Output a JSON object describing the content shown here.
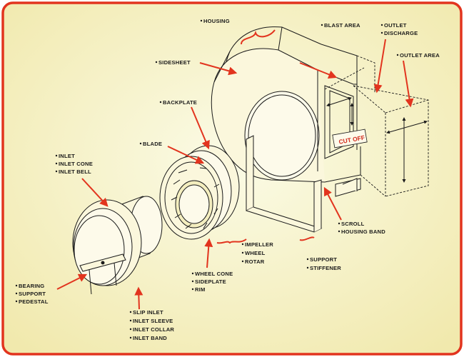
{
  "accent_color": "#e2341e",
  "background_gradient": [
    "#fbfbe6",
    "#f3ecb2"
  ],
  "labels": {
    "housing": "HOUSING",
    "blast_area": "BLAST AREA",
    "outlet": "OUTLET",
    "discharge": "DISCHARGE",
    "outlet_area": "OUTLET AREA",
    "sidesheet": "SIDESHEET",
    "backplate": "BACKPLATE",
    "blade": "BLADE",
    "inlet": "INLET",
    "inlet_cone": "INLET CONE",
    "inlet_bell": "INLET BELL",
    "cut_off": "CUT OFF",
    "scroll": "SCROLL",
    "housing_band": "HOUSING BAND",
    "impeller": "IMPELLER",
    "wheel": "WHEEL",
    "rotar": "ROTAR",
    "support": "SUPPORT",
    "stiffener": "STIFFENER",
    "wheel_cone": "WHEEL CONE",
    "sideplate": "SIDEPLATE",
    "rim": "RIM",
    "bearing": "BEARING",
    "bearing_support": "SUPPORT",
    "pedestal": "PEDESTAL",
    "slip_inlet": "SLIP INLET",
    "inlet_sleeve": "INLET SLEEVE",
    "inlet_collar": "INLET COLLAR",
    "inlet_band": "INLET BAND"
  }
}
